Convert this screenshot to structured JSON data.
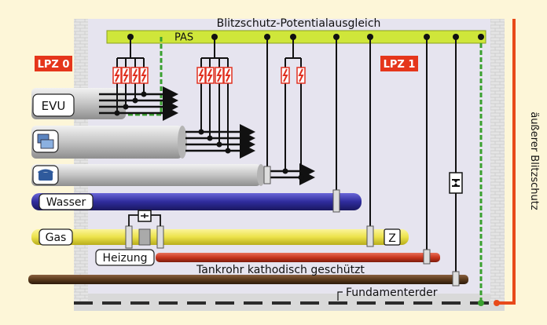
{
  "title": "Blitzschutz-Potentialausgleich",
  "pas_label": "PAS",
  "zone_outer": "LPZ 0",
  "zone_inner": "LPZ 1",
  "lines": {
    "evu": "EVU",
    "wasser": "Wasser",
    "gas": "Gas",
    "heizung": "Heizung",
    "tankrohr": "Tankrohr kathodisch geschützt",
    "fundament": "Fundamenterder",
    "meter": "Z"
  },
  "outer_protection": "äußerer Blitzschutz",
  "icons": [
    "computer-icon",
    "telephone-icon",
    "surge-arrester-icon",
    "isolating-spark-gap-icon"
  ],
  "colors": {
    "background": "#fdf6d8",
    "room": "#e6e4ef",
    "pas_bar": "#cfe63a",
    "zone_badge": "#e5361b",
    "water_pipe": "#2f2c9c",
    "gas_pipe": "#ece24a",
    "heating_pipe": "#c9361e",
    "tank_pipe": "#5a3a1c",
    "outer_conductor": "#e84a1a",
    "ground_dash": "#2b2b2b"
  }
}
